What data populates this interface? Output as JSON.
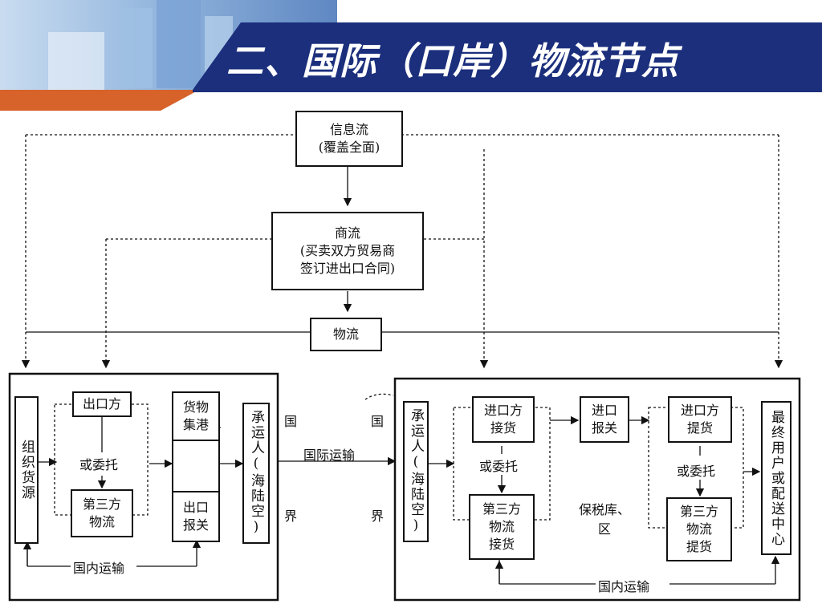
{
  "slide": {
    "title": "二、国际（口岸）物流节点",
    "accent_colors": {
      "navy": "#1b2f7c",
      "orange": "#d7622a"
    }
  },
  "top": {
    "info_flow": {
      "line1": "信息流",
      "line2": "(覆盖全面)"
    },
    "commerce_flow": {
      "line1": "商流",
      "line2": "(买卖双方贸易商",
      "line3": "签订进出口合同)"
    },
    "logistics_flow": "物流"
  },
  "export_side": {
    "source": "组织货源",
    "exporter": "出口方",
    "or_entrust": "或委托",
    "third_party": {
      "line1": "第三方",
      "line2": "物流"
    },
    "port_collect": {
      "line1": "货物",
      "line2": "集港"
    },
    "export_customs": {
      "line1": "出口",
      "line2": "报关"
    },
    "carrier": "承运人(海陆空)",
    "domestic_transport": "国内运输"
  },
  "border": {
    "left_top": "国",
    "left_bottom": "界",
    "right_top": "国",
    "right_bottom": "界",
    "international_transport": "国际运输"
  },
  "import_side": {
    "carrier": "承运人(海陆空)",
    "importer": {
      "line1": "进口方",
      "line2": "接货"
    },
    "or_entrust": "或委托",
    "third_party_receive": {
      "line1": "第三方",
      "line2": "物流",
      "line3": "接货"
    },
    "import_customs": {
      "line1": "进口",
      "line2": "报关"
    },
    "bonded_area": "保税库、区",
    "importer_pickup": {
      "line1": "进口方",
      "line2": "提货"
    },
    "or_entrust_2": "或委托",
    "third_party_pickup": {
      "line1": "第三方",
      "line2": "物流",
      "line3": "提货"
    },
    "end_user": "最终用户或配送中心",
    "domestic_transport": "国内运输"
  }
}
